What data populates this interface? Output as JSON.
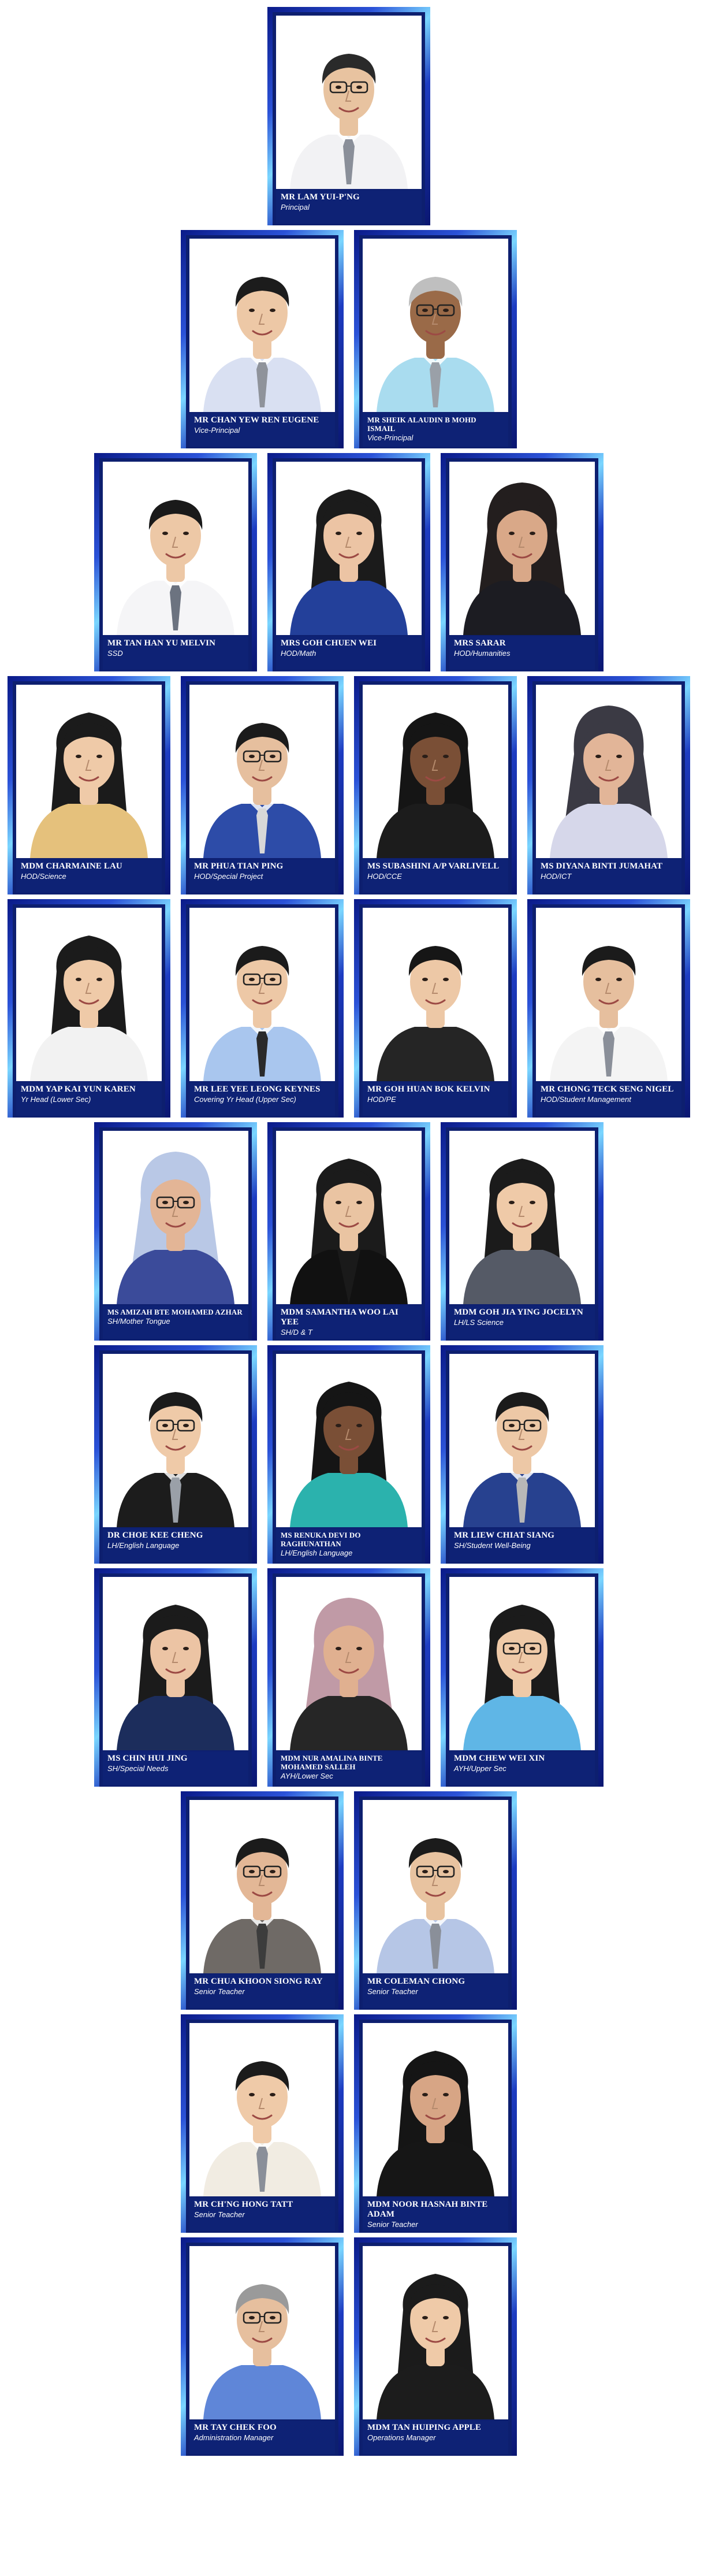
{
  "rows": [
    [
      {
        "name": "MR LAM YUI-P'NG",
        "role": "Principal",
        "person": {
          "hair": "#2a2a2a",
          "skin": "#e8c3a0",
          "shirt": "#f2f2f4",
          "tie": "#8a8f99",
          "glasses": true,
          "headscarf": null,
          "long_hair": false,
          "jacket": null
        }
      }
    ],
    [
      {
        "name": "MR CHAN YEW REN EUGENE",
        "role": "Vice-Principal",
        "person": {
          "hair": "#1c1c1c",
          "skin": "#edc8a6",
          "shirt": "#d9e0f2",
          "tie": "#8f939b",
          "glasses": false,
          "headscarf": null,
          "long_hair": false,
          "jacket": null
        }
      },
      {
        "name": "MR SHEIK ALAUDIN B MOHD ISMAIL",
        "role": "Vice-Principal",
        "person": {
          "hair": "#bfbfbf",
          "skin": "#9a6a48",
          "shirt": "#a9dcef",
          "tie": "#9aa0a8",
          "glasses": true,
          "headscarf": null,
          "long_hair": false,
          "jacket": null
        }
      }
    ],
    [
      {
        "name": "MR TAN HAN YU MELVIN",
        "role": "SSD",
        "person": {
          "hair": "#1a1a1a",
          "skin": "#edc8a6",
          "shirt": "#f5f5f7",
          "tie": "#6c7380",
          "glasses": false,
          "headscarf": null,
          "long_hair": false,
          "jacket": null
        }
      },
      {
        "name": "MRS GOH CHUEN WEI",
        "role": "HOD/Math",
        "person": {
          "hair": "#1b1b1b",
          "skin": "#ecc4a4",
          "shirt": "#23409a",
          "tie": null,
          "glasses": false,
          "headscarf": null,
          "long_hair": true,
          "jacket": null
        }
      },
      {
        "name": "MRS SARAR",
        "role": "HOD/Humanities",
        "person": {
          "hair": "#1b1b1b",
          "skin": "#d9a888",
          "shirt": "#1c1c22",
          "tie": null,
          "glasses": false,
          "headscarf": "#231e1e",
          "long_hair": false,
          "jacket": null
        }
      }
    ],
    [
      {
        "name": "MDM CHARMAINE LAU",
        "role": "HOD/Science",
        "person": {
          "hair": "#1b1b1b",
          "skin": "#efcaa8",
          "shirt": "#e5c17c",
          "tie": null,
          "glasses": false,
          "headscarf": null,
          "long_hair": true,
          "jacket": null
        }
      },
      {
        "name": "MR PHUA TIAN PING",
        "role": "HOD/Special Project",
        "person": {
          "hair": "#1b1b1b",
          "skin": "#e6bf9e",
          "shirt": "#2d4ca8",
          "tie": "#d8d8d8",
          "glasses": true,
          "headscarf": null,
          "long_hair": false,
          "jacket": null
        }
      },
      {
        "name": "MS SUBASHINI A/P VARLIVELL",
        "role": "HOD/CCE",
        "person": {
          "hair": "#151515",
          "skin": "#7a4f36",
          "shirt": "#1c1c1c",
          "tie": null,
          "glasses": false,
          "headscarf": null,
          "long_hair": true,
          "jacket": null
        }
      },
      {
        "name": "MS DIYANA BINTI JUMAHAT",
        "role": "HOD/ICT",
        "person": {
          "hair": "#2a2a30",
          "skin": "#e2b598",
          "shirt": "#d6d7ea",
          "tie": null,
          "glasses": false,
          "headscarf": "#3b3a44",
          "long_hair": false,
          "jacket": null
        }
      }
    ],
    [
      {
        "name": "MDM YAP KAI YUN KAREN",
        "role": "Yr Head (Lower Sec)",
        "person": {
          "hair": "#1b1b1b",
          "skin": "#efcaa8",
          "shirt": "#f2f2f2",
          "tie": null,
          "glasses": false,
          "headscarf": null,
          "long_hair": true,
          "jacket": null
        }
      },
      {
        "name": "MR LEE YEE LEONG KEYNES",
        "role": "Covering Yr Head (Upper Sec)",
        "person": {
          "hair": "#1b1b1b",
          "skin": "#edc8a6",
          "shirt": "#a9c6ee",
          "tie": "#2a2a2a",
          "glasses": true,
          "headscarf": null,
          "long_hair": false,
          "jacket": null
        }
      },
      {
        "name": "MR GOH HUAN BOK KELVIN",
        "role": "HOD/PE",
        "person": {
          "hair": "#161616",
          "skin": "#edc8a6",
          "shirt": "#252525",
          "tie": null,
          "glasses": false,
          "headscarf": null,
          "long_hair": false,
          "jacket": null
        }
      },
      {
        "name": "MR CHONG TECK SENG NIGEL",
        "role": "HOD/Student Management",
        "person": {
          "hair": "#1b1b1b",
          "skin": "#e6bf9e",
          "shirt": "#f4f4f4",
          "tie": "#8a8f99",
          "glasses": false,
          "headscarf": null,
          "long_hair": false,
          "jacket": null
        }
      }
    ],
    [
      {
        "name": "MS AMIZAH BTE MOHAMED AZHAR",
        "role": "SH/Mother Tongue",
        "person": {
          "hair": "#2a2a2a",
          "skin": "#e3b596",
          "shirt": "#3b4b9a",
          "tie": null,
          "glasses": true,
          "headscarf": "#b9c8e6",
          "long_hair": false,
          "jacket": null
        }
      },
      {
        "name": "MDM SAMANTHA WOO LAI YEE",
        "role": "SH/D & T",
        "person": {
          "hair": "#1b1b1b",
          "skin": "#eac4a2",
          "shirt": "#1a1a1a",
          "tie": null,
          "glasses": false,
          "headscarf": null,
          "long_hair": true,
          "jacket": "#111111"
        }
      },
      {
        "name": "MDM GOH JIA YING JOCELYN",
        "role": "LH/LS Science",
        "person": {
          "hair": "#1b1b1b",
          "skin": "#efcaa8",
          "shirt": "#555a66",
          "tie": null,
          "glasses": false,
          "headscarf": null,
          "long_hair": true,
          "jacket": null
        }
      }
    ],
    [
      {
        "name": "DR CHOE KEE CHENG",
        "role": "LH/English Language",
        "person": {
          "hair": "#1b1b1b",
          "skin": "#efcaa8",
          "shirt": "#1c1c1c",
          "tie": "#9aa0a8",
          "glasses": true,
          "headscarf": null,
          "long_hair": false,
          "jacket": null
        }
      },
      {
        "name": "MS RENUKA DEVI DO RAGHUNATHAN",
        "role": "LH/English Language",
        "person": {
          "hair": "#151515",
          "skin": "#7a4f36",
          "shirt": "#2bb2ad",
          "tie": null,
          "glasses": false,
          "headscarf": null,
          "long_hair": true,
          "jacket": null
        }
      },
      {
        "name": "MR LIEW CHIAT SIANG",
        "role": "SH/Student Well-Being",
        "person": {
          "hair": "#1b1b1b",
          "skin": "#edc8a6",
          "shirt": "#27418f",
          "tie": "#b8b8b8",
          "glasses": true,
          "headscarf": null,
          "long_hair": false,
          "jacket": null
        }
      }
    ],
    [
      {
        "name": "MS CHIN HUI JING",
        "role": "SH/Special Needs",
        "person": {
          "hair": "#1b1b1b",
          "skin": "#ecc4a4",
          "shirt": "#1c2d5c",
          "tie": null,
          "glasses": false,
          "headscarf": null,
          "long_hair": true,
          "jacket": null
        }
      },
      {
        "name": "MDM NUR AMALINA BINTE MOHAMED SALLEH",
        "role": "AYH/Lower Sec",
        "person": {
          "hair": "#1b1b1b",
          "skin": "#e0b090",
          "shirt": "#262626",
          "tie": null,
          "glasses": false,
          "headscarf": "#c09aa6",
          "long_hair": false,
          "jacket": null
        }
      },
      {
        "name": "MDM CHEW WEI XIN",
        "role": "AYH/Upper Sec",
        "person": {
          "hair": "#1b1b1b",
          "skin": "#efcaa8",
          "shirt": "#5fb6e6",
          "tie": null,
          "glasses": true,
          "headscarf": null,
          "long_hair": true,
          "jacket": null
        }
      }
    ],
    [
      {
        "name": "MR CHUA KHOON SIONG RAY",
        "role": "Senior Teacher",
        "person": {
          "hair": "#1b1b1b",
          "skin": "#e3b796",
          "shirt": "#6f6a66",
          "tie": "#3c3c3c",
          "glasses": true,
          "headscarf": null,
          "long_hair": false,
          "jacket": null
        }
      },
      {
        "name": "MR COLEMAN CHONG",
        "role": "Senior Teacher",
        "person": {
          "hair": "#1b1b1b",
          "skin": "#e8c3a0",
          "shirt": "#b6c6e6",
          "tie": "#8a8f99",
          "glasses": true,
          "headscarf": null,
          "long_hair": false,
          "jacket": null
        }
      }
    ],
    [
      {
        "name": "MR CH'NG HONG TATT",
        "role": "Senior Teacher",
        "person": {
          "hair": "#1b1b1b",
          "skin": "#efcaa8",
          "shirt": "#f1ece2",
          "tie": "#8a8f99",
          "glasses": false,
          "headscarf": null,
          "long_hair": false,
          "jacket": null
        }
      },
      {
        "name": "MDM NOOR HASNAH BINTE ADAM",
        "role": "Senior Teacher",
        "person": {
          "hair": "#151515",
          "skin": "#d7a585",
          "shirt": "#161616",
          "tie": null,
          "glasses": false,
          "headscarf": null,
          "long_hair": true,
          "jacket": null
        }
      }
    ],
    [
      {
        "name": "MR TAY CHEK FOO",
        "role": "Administration Manager",
        "person": {
          "hair": "#9a9a9a",
          "skin": "#e6bf9e",
          "shirt": "#5f86d8",
          "tie": null,
          "glasses": true,
          "headscarf": null,
          "long_hair": false,
          "jacket": null
        }
      },
      {
        "name": "MDM TAN HUIPING APPLE",
        "role": "Operations Manager",
        "person": {
          "hair": "#1b1b1b",
          "skin": "#efcaa8",
          "shirt": "#1c1c1c",
          "tie": null,
          "glasses": false,
          "headscarf": null,
          "long_hair": true,
          "jacket": null
        }
      }
    ]
  ]
}
